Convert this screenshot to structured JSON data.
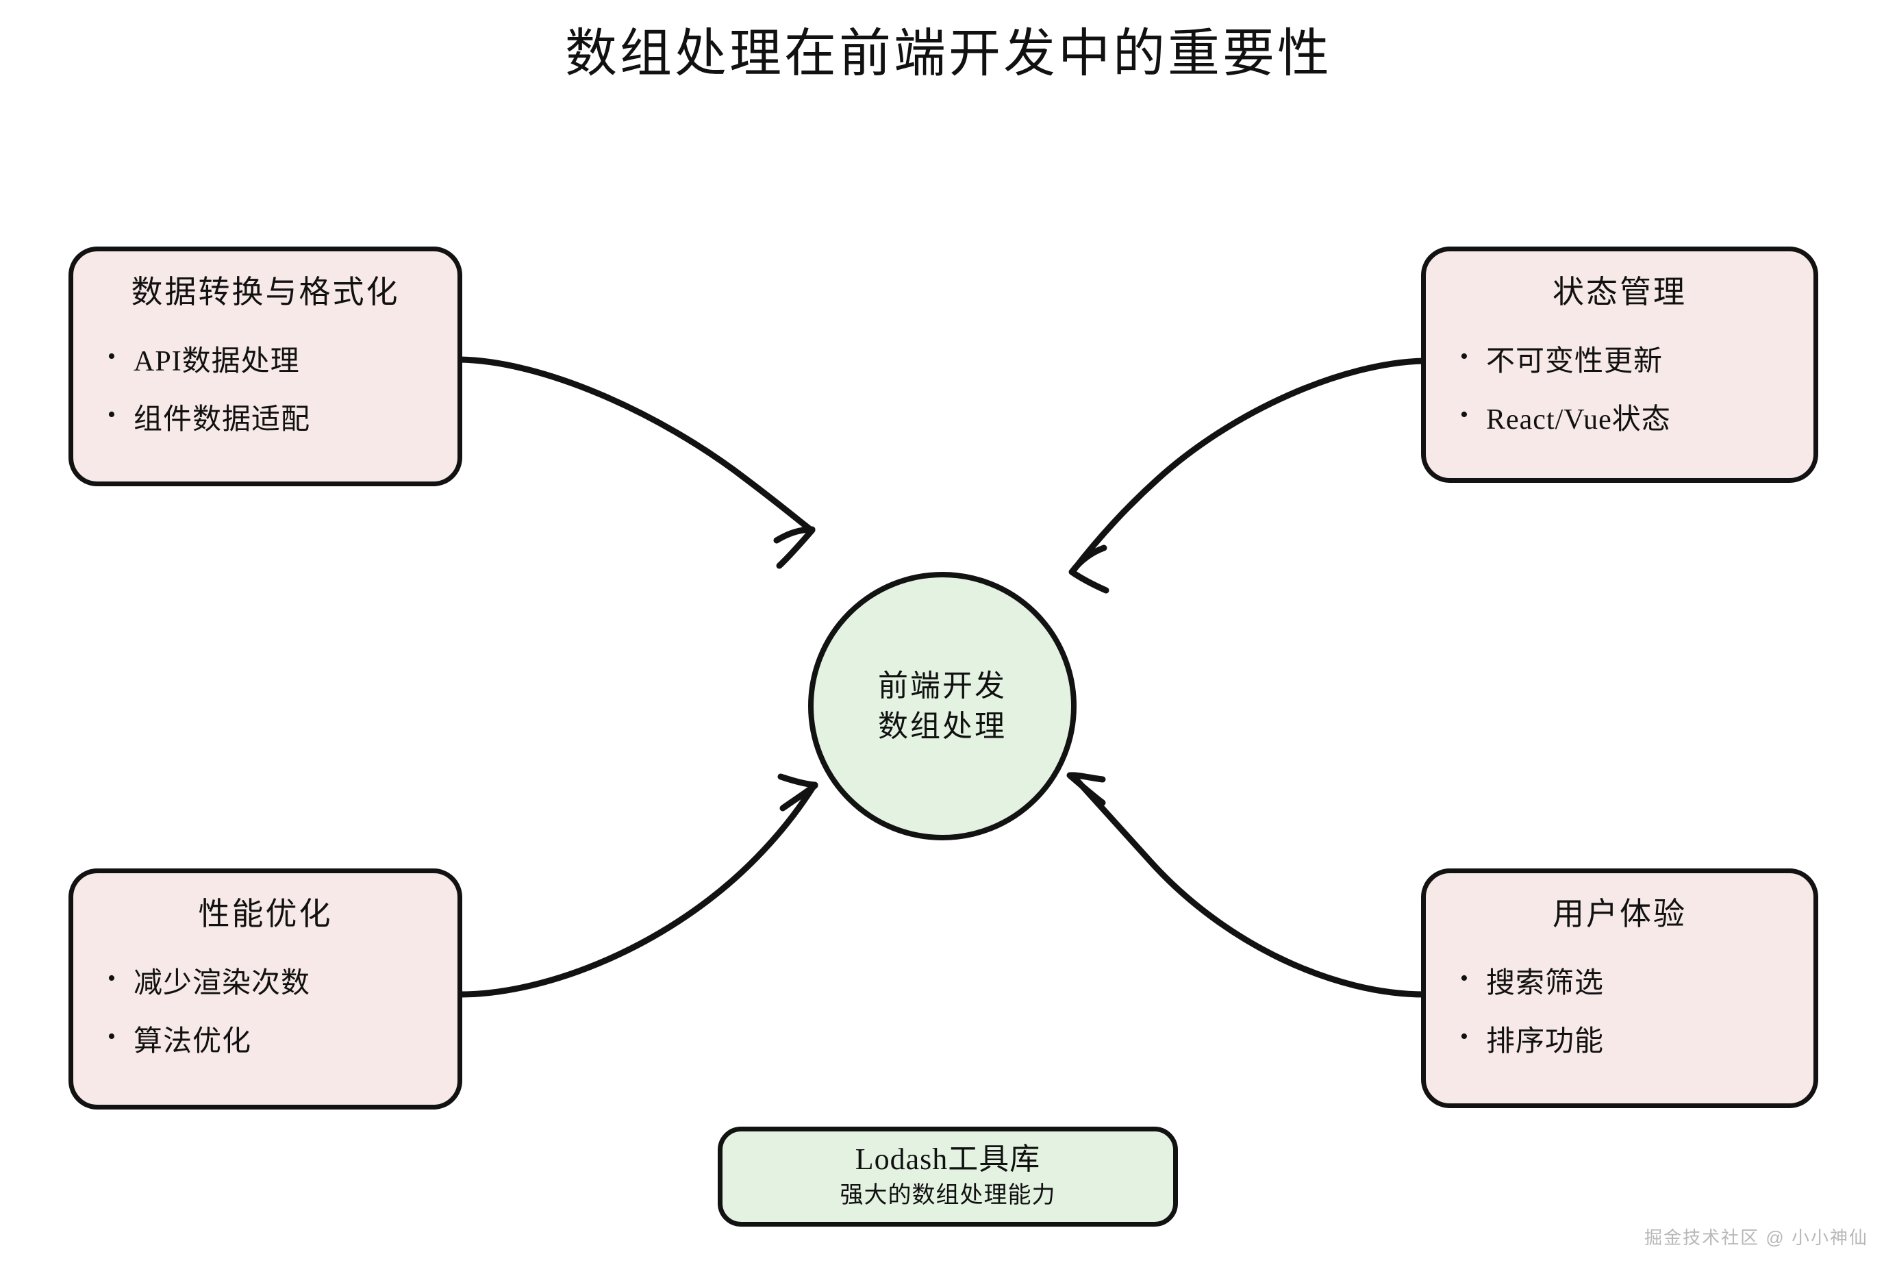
{
  "title": "数组处理在前端开发中的重要性",
  "colors": {
    "node_pink": "#f6e9e7",
    "node_green": "#e3f2e1",
    "stroke": "#121212",
    "text": "#111111",
    "watermark": "#b8b8b8",
    "background": "#ffffff"
  },
  "center": {
    "line1": "前端开发",
    "line2": "数组处理"
  },
  "nodes": {
    "data_transform": {
      "title": "数据转换与格式化",
      "bullets": [
        "API数据处理",
        "组件数据适配"
      ]
    },
    "state_management": {
      "title": "状态管理",
      "bullets": [
        "不可变性更新",
        "React/Vue状态"
      ]
    },
    "performance": {
      "title": "性能优化",
      "bullets": [
        "减少渲染次数",
        "算法优化"
      ]
    },
    "user_experience": {
      "title": "用户体验",
      "bullets": [
        "搜索筛选",
        "排序功能"
      ]
    },
    "lodash": {
      "title": "Lodash工具库",
      "subtitle": "强大的数组处理能力"
    }
  },
  "edges": [
    {
      "name": "data-transform-to-center",
      "from": "data_transform",
      "to": "center",
      "direction": "to-center"
    },
    {
      "name": "state-management-to-center",
      "from": "state_management",
      "to": "center",
      "direction": "to-center"
    },
    {
      "name": "performance-to-center",
      "from": "performance",
      "to": "center",
      "direction": "to-center"
    },
    {
      "name": "user-experience-to-center",
      "from": "user_experience",
      "to": "center",
      "direction": "to-center"
    }
  ],
  "watermark": "掘金技术社区 @ 小小神仙"
}
